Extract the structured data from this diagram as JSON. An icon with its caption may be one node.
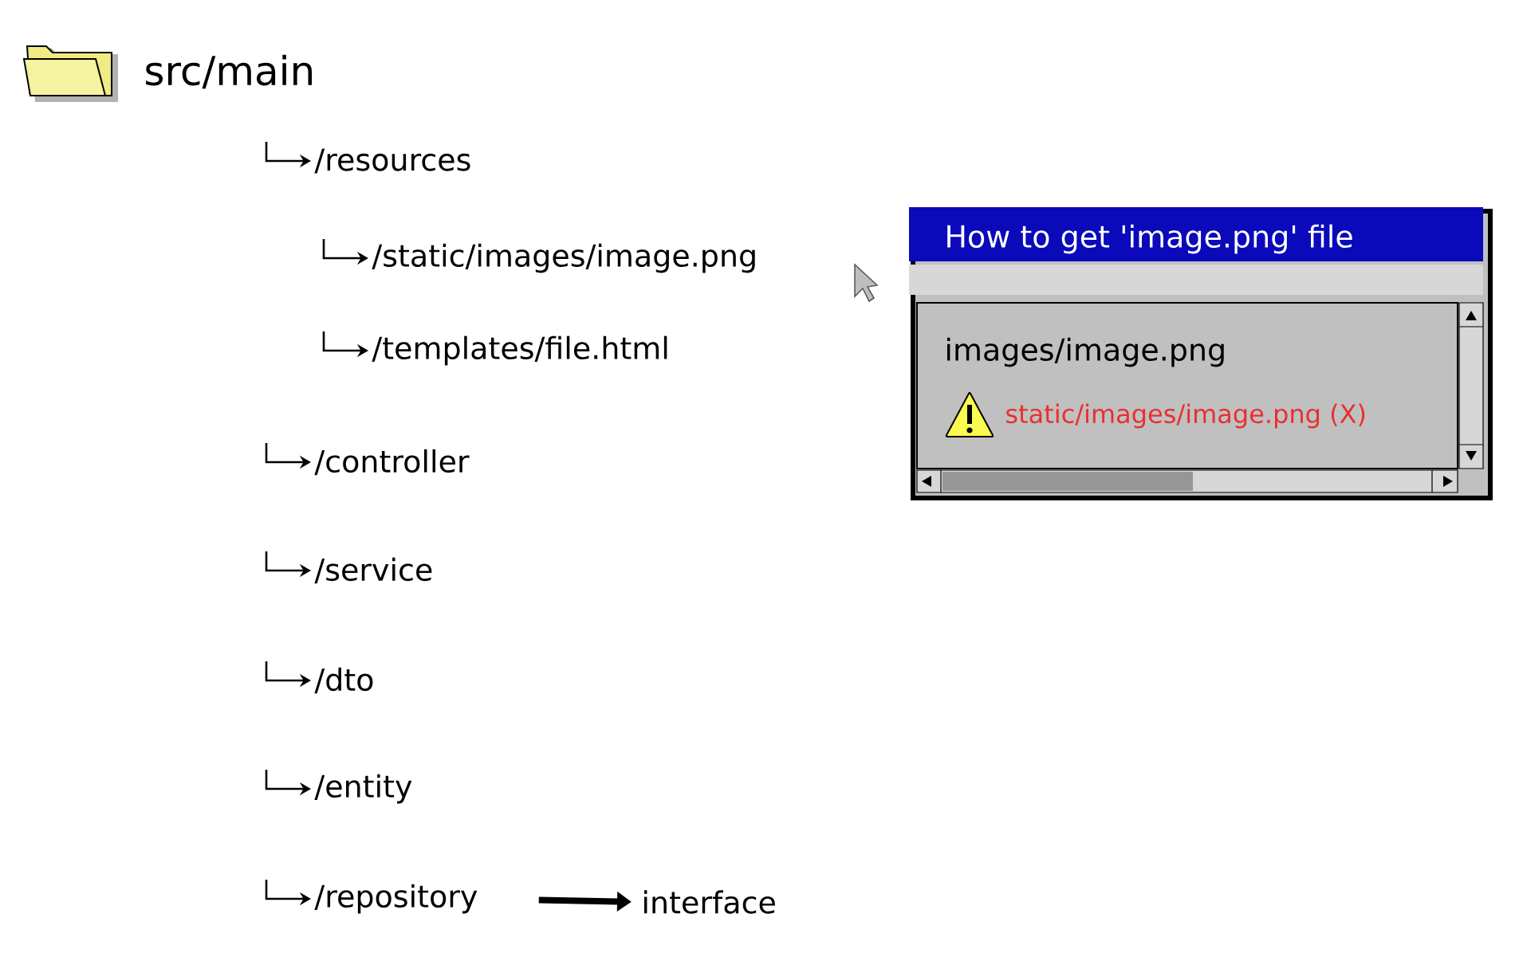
{
  "diagram": {
    "nodes": [
      {
        "text": [
          "src/main"
        ]
      },
      {
        "text": [
          "/resources"
        ]
      },
      {
        "text": [
          "/static/images/image.png"
        ]
      },
      {
        "text": [
          "/templates/file.html"
        ]
      },
      {
        "text": [
          "/controller"
        ]
      },
      {
        "text": [
          "/service"
        ]
      },
      {
        "text": [
          "/dto"
        ]
      },
      {
        "text": [
          "/entity"
        ]
      },
      {
        "text": [
          "/repository"
        ]
      },
      {
        "text": [
          "interface"
        ]
      },
      {
        "text": [
          "How to get 'image.png' file",
          "images/image.png",
          "static/images/image.png (X)"
        ]
      }
    ],
    "edges": [
      {
        "from": null,
        "to": 1,
        "arrow": "to"
      },
      {
        "from": null,
        "to": 2,
        "arrow": "to"
      },
      {
        "from": null,
        "to": 3,
        "arrow": "to"
      },
      {
        "from": null,
        "to": 4,
        "arrow": "to"
      },
      {
        "from": null,
        "to": 5,
        "arrow": "to"
      },
      {
        "from": null,
        "to": 6,
        "arrow": "to"
      },
      {
        "from": null,
        "to": 7,
        "arrow": "to"
      },
      {
        "from": null,
        "to": 8,
        "arrow": "to"
      },
      {
        "from": 8,
        "to": 9,
        "arrow": "to",
        "style": "thick"
      }
    ]
  }
}
